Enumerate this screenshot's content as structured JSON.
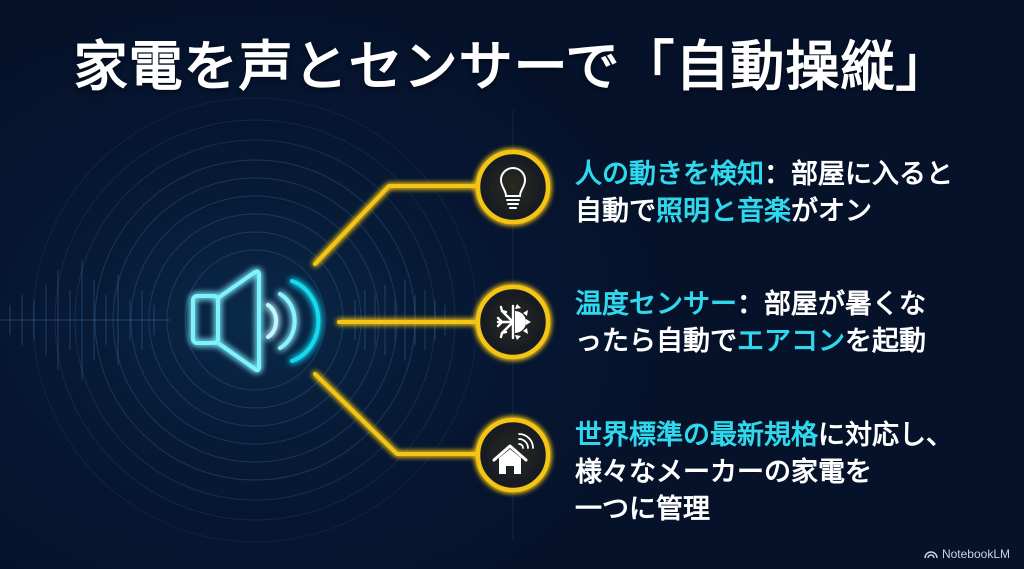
{
  "title": "家電を声とセンサーで「自動操縦」",
  "colors": {
    "background": "#061530",
    "accent_cyan": "#2fd8ec",
    "connector_yellow": "#f5c518",
    "text": "#ffffff"
  },
  "center_icon": "speaker-volume-icon",
  "items": [
    {
      "icon": "lightbulb-icon",
      "highlight_1": "人の動きを検知",
      "text_1": "：部屋に入ると",
      "text_2": "自動で",
      "highlight_2": "照明と音楽",
      "text_3": "がオン"
    },
    {
      "icon": "snowflake-sun-icon",
      "highlight_1": "温度センサー",
      "text_1": "：部屋が暑くな",
      "text_2": "ったら自動で",
      "highlight_2": "エアコン",
      "text_3": "を起動"
    },
    {
      "icon": "smart-home-icon",
      "highlight_1": "世界標準の最新規格",
      "text_1": "に対応し、",
      "text_2": "様々なメーカーの家電を",
      "text_3": "一つに管理"
    }
  ],
  "brand": "NotebookLM"
}
